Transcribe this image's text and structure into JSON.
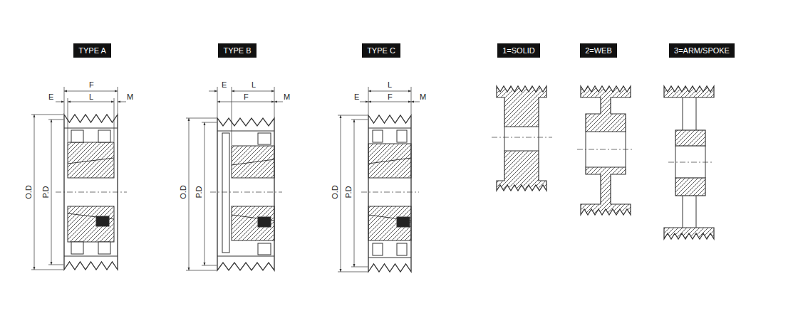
{
  "diagram": {
    "nodes": [
      {
        "text": [
          "TYPE A"
        ]
      },
      {
        "text": [
          "TYPE B"
        ]
      },
      {
        "text": [
          "TYPE C"
        ]
      },
      {
        "text": [
          "1=SOLID"
        ]
      },
      {
        "text": [
          "2=WEB"
        ]
      },
      {
        "text": [
          "3=ARM/SPOKE"
        ]
      }
    ],
    "labels": [
      "F",
      "E",
      "L",
      "M",
      "O.D",
      "P.D",
      "E",
      "L",
      "F",
      "M",
      "O.D",
      "P.D",
      "L",
      "E",
      "F",
      "M",
      "O.D",
      "P.D"
    ]
  }
}
